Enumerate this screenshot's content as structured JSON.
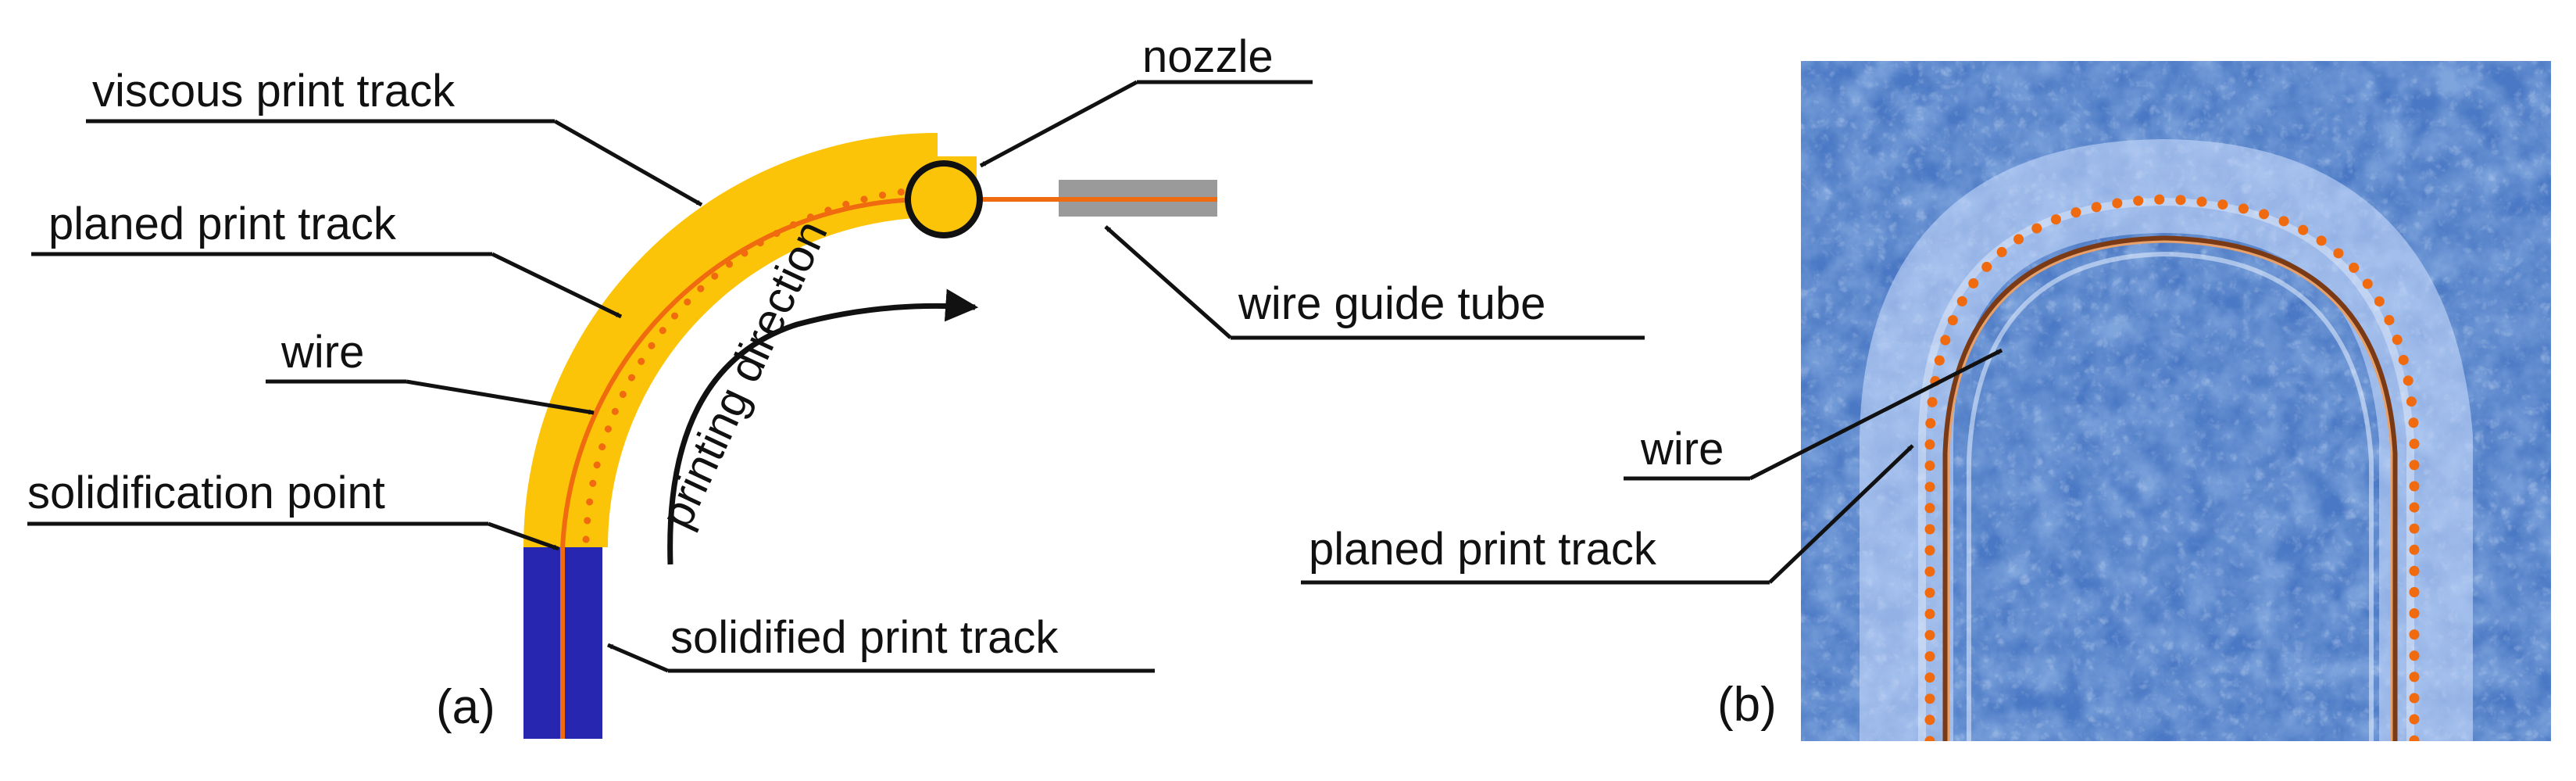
{
  "panel_a": {
    "panel_label": "(a)",
    "labels": {
      "viscous_print_track": "viscous print track",
      "nozzle": "nozzle",
      "planed_print_track": "planed print track",
      "wire_guide_tube": "wire guide tube",
      "wire": "wire",
      "printing_direction": "printing direction",
      "solidification_point": "solidification point",
      "solidified_print_track": "solidified print track"
    }
  },
  "panel_b": {
    "panel_label": "(b)",
    "labels": {
      "wire": "wire",
      "planed_print_track": "planed print track"
    }
  },
  "colors": {
    "viscous_track": "#fcc408",
    "wire": "#f06a10",
    "solidified_track": "#2626b0",
    "guide_tube": "#9a9a9a",
    "photo_background": "#4a78c4",
    "leader_lines": "#111111"
  }
}
